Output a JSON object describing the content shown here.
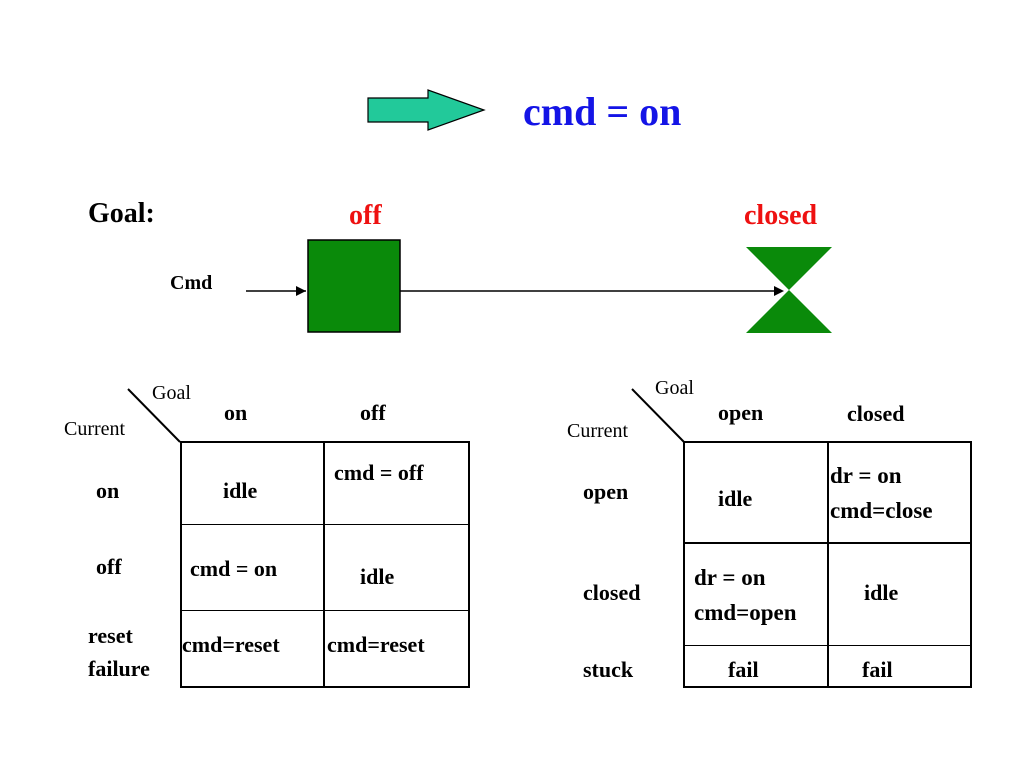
{
  "title": "cmd = on",
  "goal_label": "Goal:",
  "valve_state": "off",
  "door_state": "closed",
  "cmd_label": "Cmd",
  "colors": {
    "title": "#1414e6",
    "state": "#ee1111",
    "arrow": "#22c99a",
    "component": "#0a8a0a"
  },
  "left_table": {
    "goal_axis": "Goal",
    "current_axis": "Current",
    "columns": [
      "on",
      "off"
    ],
    "rows": [
      {
        "label": "on",
        "cells": [
          "idle",
          "cmd = off"
        ]
      },
      {
        "label": "off",
        "cells": [
          "cmd = on",
          "idle"
        ]
      },
      {
        "label": "reset\nfailure",
        "cells": [
          "cmd=reset",
          "cmd=reset"
        ]
      }
    ]
  },
  "right_table": {
    "goal_axis": "Goal",
    "current_axis": "Current",
    "columns": [
      "open",
      "closed"
    ],
    "rows": [
      {
        "label": "open",
        "cells": [
          "idle",
          "dr = on\ncmd=close"
        ]
      },
      {
        "label": "closed",
        "cells": [
          "dr = on\ncmd=open",
          "idle"
        ]
      },
      {
        "label": "stuck",
        "cells": [
          "fail",
          "fail"
        ]
      }
    ]
  }
}
